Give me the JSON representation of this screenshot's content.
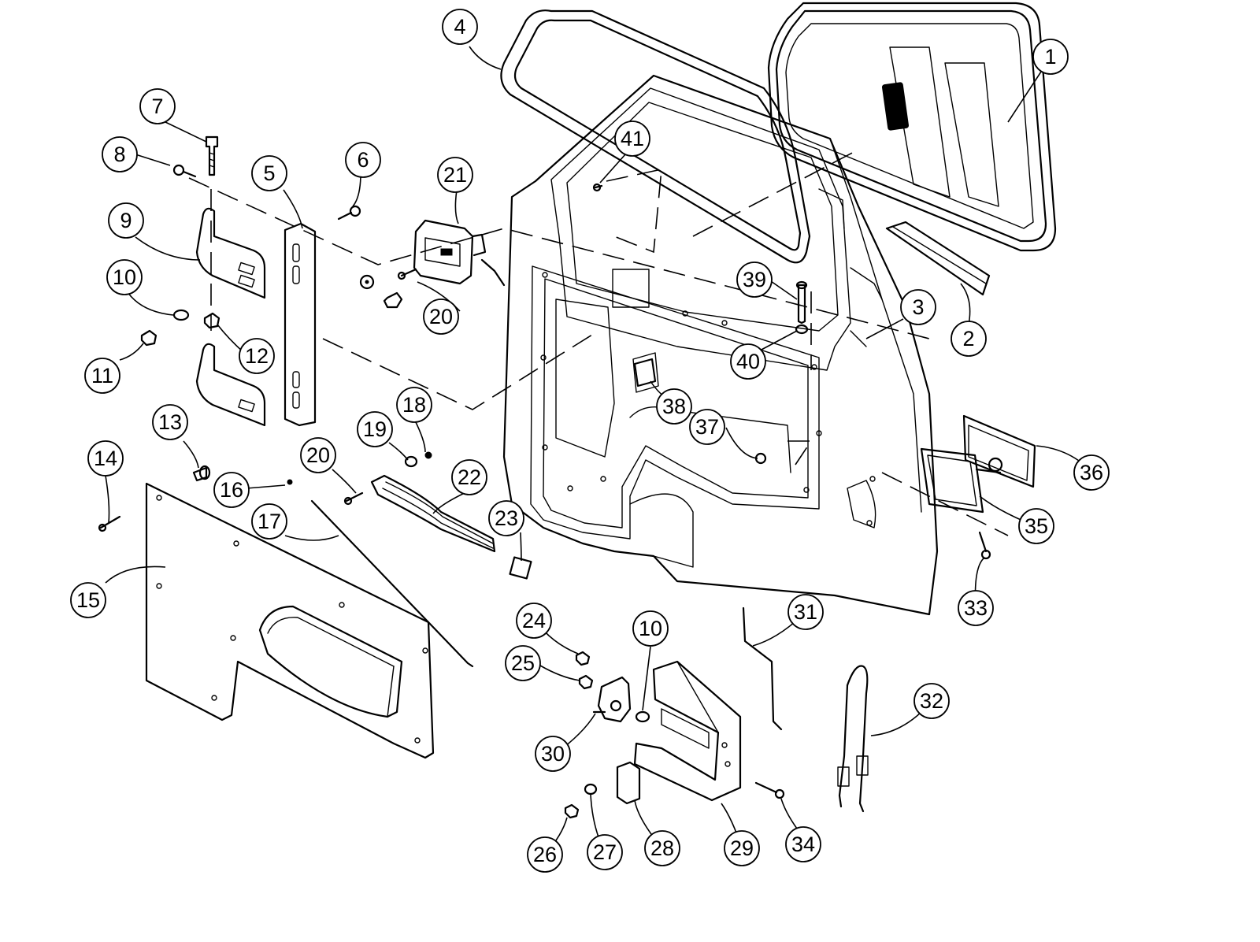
{
  "callouts": {
    "c1": "1",
    "c2": "2",
    "c3": "3",
    "c4": "4",
    "c5": "5",
    "c6": "6",
    "c7": "7",
    "c8": "8",
    "c9": "9",
    "c10a": "10",
    "c10b": "10",
    "c11": "11",
    "c12": "12",
    "c13": "13",
    "c14": "14",
    "c15": "15",
    "c16": "16",
    "c17": "17",
    "c18": "18",
    "c19": "19",
    "c20a": "20",
    "c20b": "20",
    "c21": "21",
    "c22": "22",
    "c23": "23",
    "c24": "24",
    "c25": "25",
    "c26": "26",
    "c27": "27",
    "c28": "28",
    "c29": "29",
    "c30": "30",
    "c31": "31",
    "c32": "32",
    "c33": "33",
    "c34": "34",
    "c35": "35",
    "c36": "36",
    "c37": "37",
    "c38": "38",
    "c39": "39",
    "c40": "40",
    "c41": "41"
  }
}
